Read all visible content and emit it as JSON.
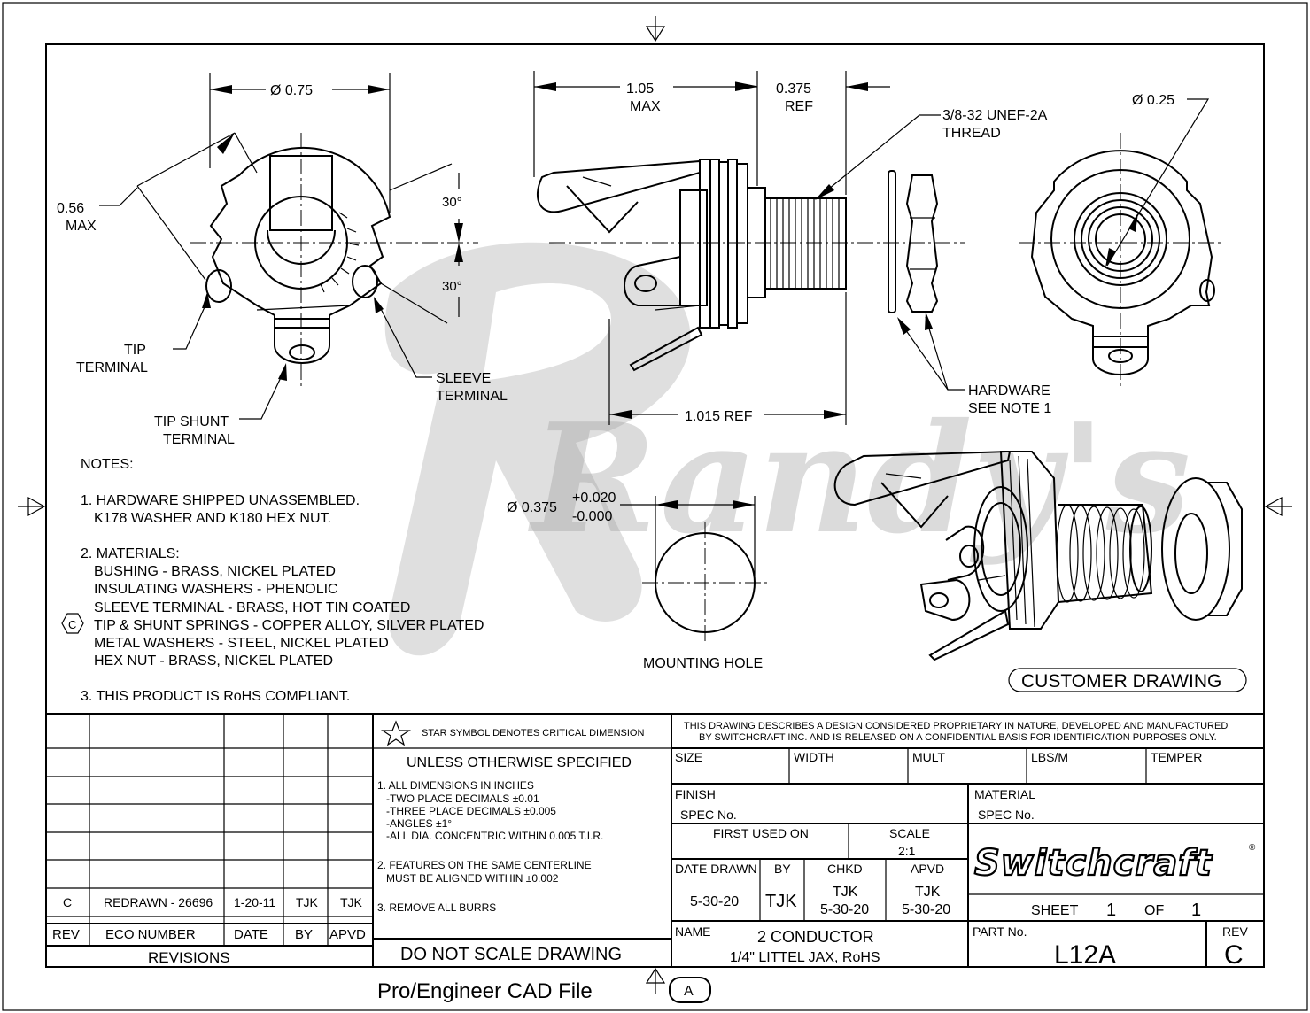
{
  "dimensions": {
    "d075": "Ø 0.75",
    "max056_a": "0.56",
    "max056_b": "MAX",
    "ang30_top": "30°",
    "ang30_bot": "30°",
    "len105_a": "1.05",
    "len105_b": "MAX",
    "ref0375_a": "0.375",
    "ref0375_b": "REF",
    "thread_a": "3/8-32 UNEF-2A",
    "thread_b": "THREAD",
    "d025": "Ø 0.25",
    "ref1015": "1.015 REF",
    "hole_dia": "Ø 0.375",
    "tol_plus": "+0.020",
    "tol_minus": "-0.000"
  },
  "callouts": {
    "tip_a": "TIP",
    "tip_b": "TERMINAL",
    "sleeve_a": "SLEEVE",
    "sleeve_b": "TERMINAL",
    "tipshunt_a": "TIP SHUNT",
    "tipshunt_b": "TERMINAL",
    "hardware_a": "HARDWARE",
    "hardware_b": "SEE NOTE 1",
    "mounting_hole": "MOUNTING HOLE",
    "customer_drawing": "CUSTOMER DRAWING"
  },
  "notes": {
    "heading": "NOTES:",
    "n1_a": "1. HARDWARE SHIPPED UNASSEMBLED.",
    "n1_b": "K178 WASHER AND K180 HEX NUT.",
    "n2_head": "2. MATERIALS:",
    "n2_1": "BUSHING - BRASS, NICKEL PLATED",
    "n2_2": "INSULATING WASHERS - PHENOLIC",
    "n2_3": "SLEEVE TERMINAL - BRASS, HOT TIN COATED",
    "n2_4": "TIP & SHUNT SPRINGS - COPPER ALLOY, SILVER PLATED",
    "n2_5": "METAL WASHERS - STEEL, NICKEL PLATED",
    "n2_6": "HEX NUT - BRASS, NICKEL PLATED",
    "n3": "3. THIS PRODUCT IS RoHS COMPLIANT.",
    "rev_marker": "C"
  },
  "revisions": {
    "row": {
      "rev": "C",
      "eco": "REDRAWN - 26696",
      "date": "1-20-11",
      "by": "TJK",
      "apvd": "TJK"
    },
    "headers": {
      "rev": "REV",
      "eco": "ECO NUMBER",
      "date": "DATE",
      "by": "BY",
      "apvd": "APVD"
    },
    "title": "REVISIONS"
  },
  "spec": {
    "star_note": "STAR SYMBOL DENOTES CRITICAL DIMENSION",
    "unless": "UNLESS OTHERWISE SPECIFIED",
    "s1": "1. ALL DIMENSIONS IN INCHES",
    "s1a": "-TWO PLACE DECIMALS    ±0.01",
    "s1b": "-THREE PLACE DECIMALS   ±0.005",
    "s1c": "-ANGLES                ±1°",
    "s1d": "-ALL DIA. CONCENTRIC WITHIN 0.005 T.I.R.",
    "s2a": "2. FEATURES ON THE SAME CENTERLINE",
    "s2b": "MUST BE ALIGNED WITHIN ±0.002",
    "s3": "3. REMOVE ALL BURRS",
    "do_not_scale": "DO NOT SCALE DRAWING"
  },
  "title_block": {
    "proprietary_a": "THIS DRAWING DESCRIBES A DESIGN CONSIDERED PROPRIETARY IN NATURE, DEVELOPED AND MANUFACTURED",
    "proprietary_b": "BY SWITCHCRAFT INC. AND IS RELEASED ON A CONFIDENTIAL BASIS FOR IDENTIFICATION PURPOSES ONLY.",
    "size": "SIZE",
    "width": "WIDTH",
    "mult": "MULT",
    "lbs": "LBS/M",
    "temper": "TEMPER",
    "finish": "FINISH",
    "spec_no_1": "SPEC No.",
    "material": "MATERIAL",
    "spec_no_2": "SPEC No.",
    "first_used": "FIRST USED ON",
    "scale_label": "SCALE",
    "scale_value": "2:1",
    "date_drawn_label": "DATE DRAWN",
    "date_drawn": "5-30-20",
    "by_label": "BY",
    "by": "TJK",
    "chkd_label": "CHKD",
    "chkd_name": "TJK",
    "chkd_date": "5-30-20",
    "apvd_label": "APVD",
    "apvd_name": "TJK",
    "apvd_date": "5-30-20",
    "brand": "Switchcraft",
    "sheet_label": "SHEET",
    "sheet_num": "1",
    "of_label": "OF",
    "sheet_total": "1",
    "name_label": "NAME",
    "name_a": "2 CONDUCTOR",
    "name_b": "1/4\" LITTEL JAX, RoHS",
    "part_label": "PART No.",
    "part_no": "L12A",
    "rev_label": "REV",
    "rev_value": "C"
  },
  "footer": {
    "cad": "Pro/Engineer CAD File",
    "size_badge": "A"
  },
  "watermark": "Randy's"
}
